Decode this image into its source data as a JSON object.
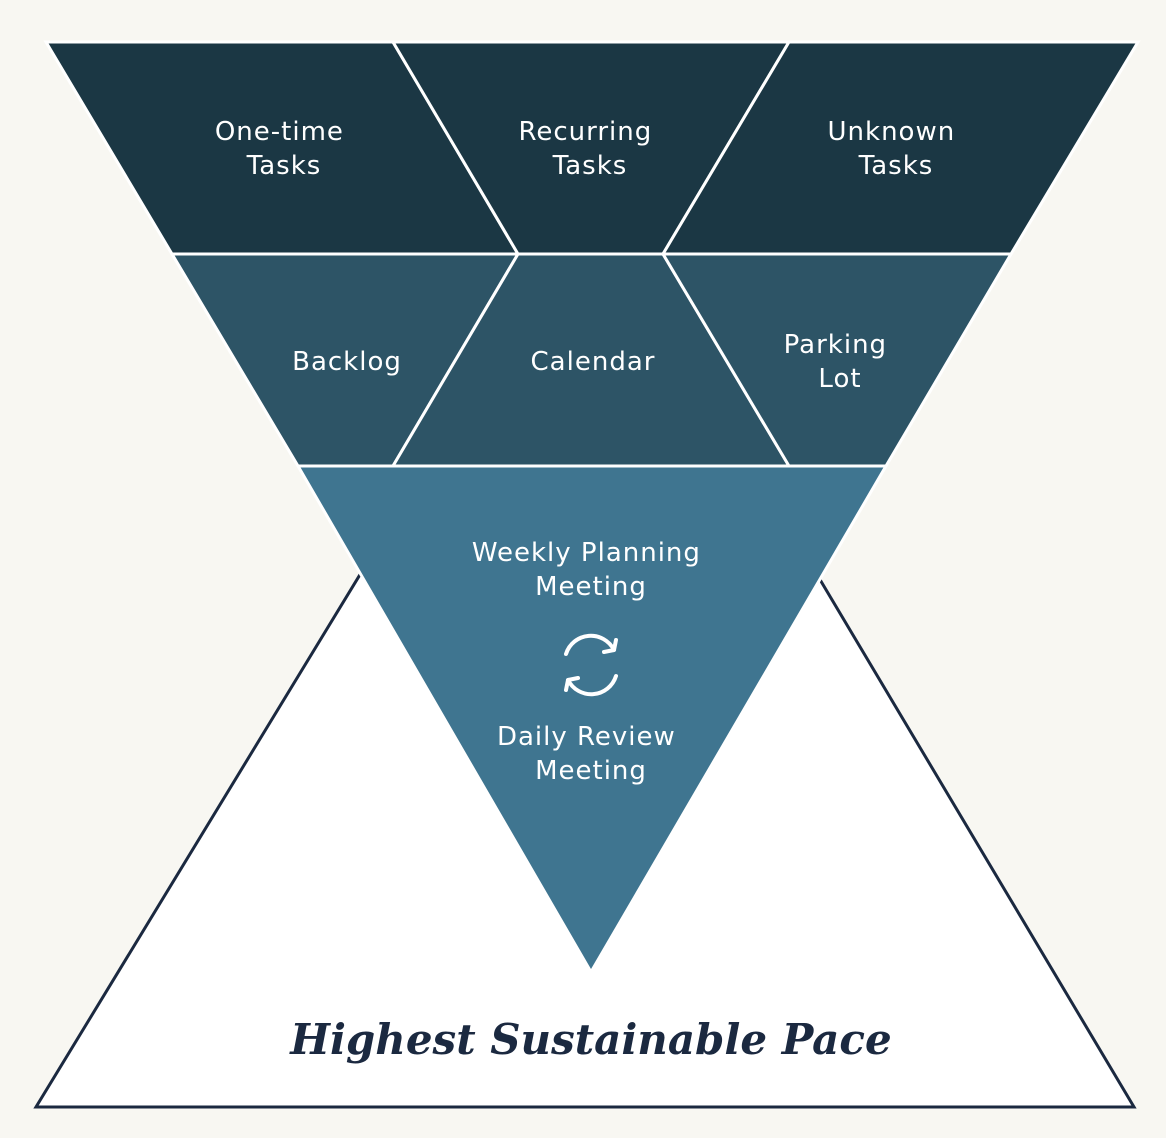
{
  "colors": {
    "background": "#f8f7f2",
    "row1": "#1b3744",
    "row2": "#2d5466",
    "row3": "#3f7590",
    "divider": "#ffffff",
    "outline": "#1b2940",
    "text": "#ffffff",
    "pace_text": "#1b2940"
  },
  "top_row": {
    "left": [
      "One-time",
      "Tasks"
    ],
    "middle": [
      "Recurring",
      "Tasks"
    ],
    "right": [
      "Unknown",
      "Tasks"
    ]
  },
  "middle_row": {
    "left": "Backlog",
    "middle": "Calendar",
    "right": [
      "Parking",
      "Lot"
    ]
  },
  "bottom_funnel": {
    "upper": [
      "Weekly Planning",
      "Meeting"
    ],
    "lower": [
      "Daily Review",
      "Meeting"
    ],
    "icon": "refresh-cycle-icon"
  },
  "base": {
    "label": "Highest Sustainable Pace"
  }
}
